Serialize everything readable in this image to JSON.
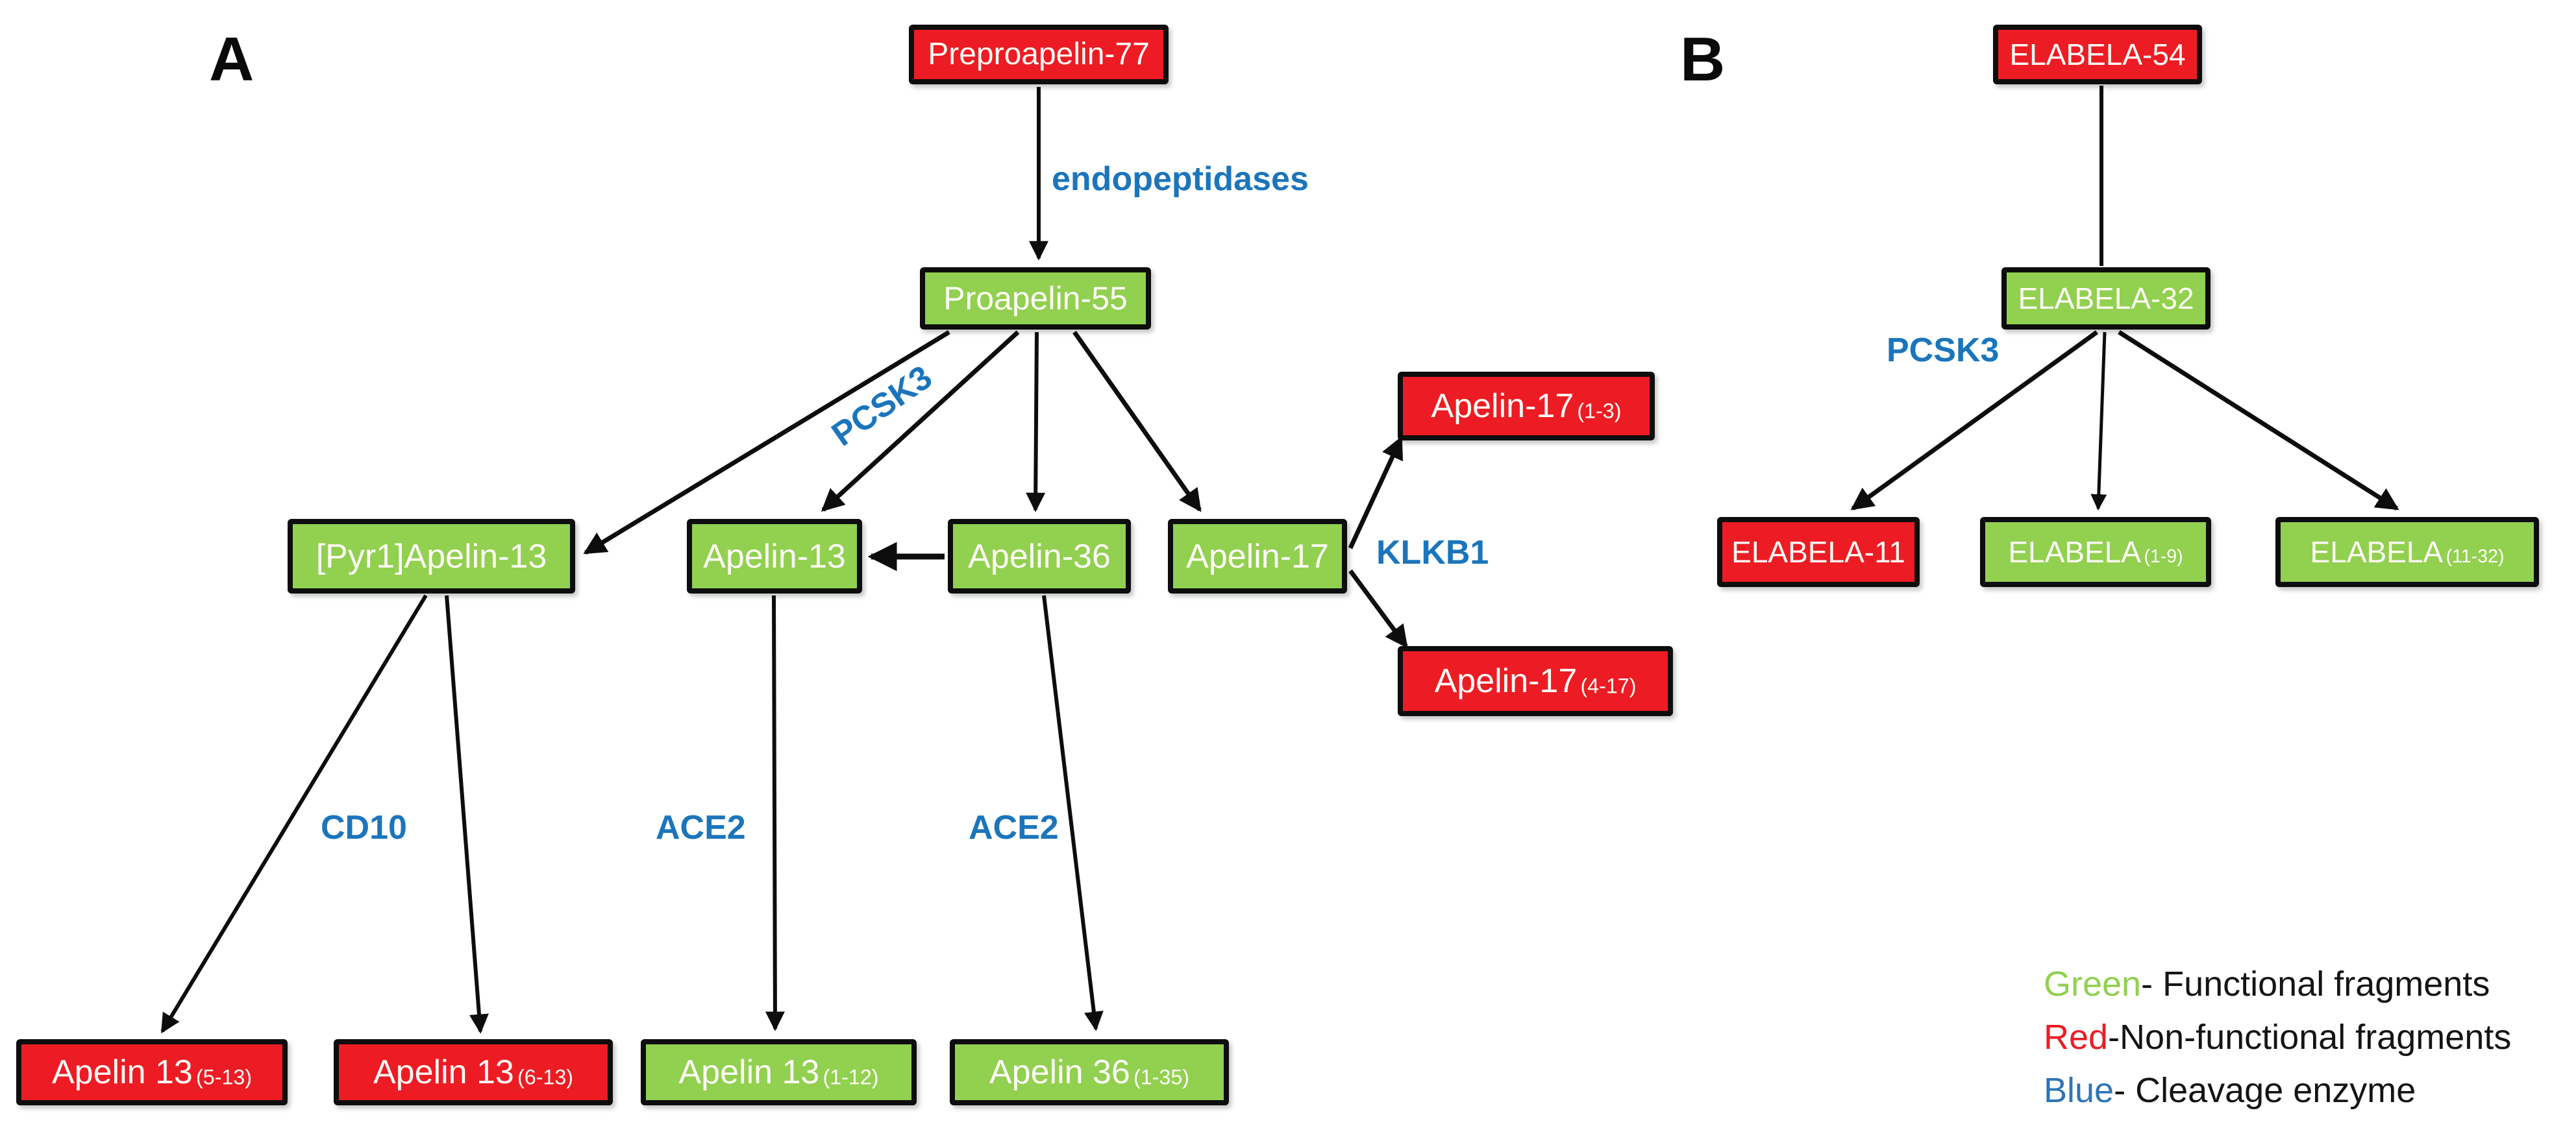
{
  "figure": {
    "panel_a_letter": "A",
    "panel_b_letter": "B"
  },
  "colors": {
    "functional_green": "#92d050",
    "nonfunctional_red": "#ed1c24",
    "enzyme_blue": "#1b75bc",
    "legend_blue": "#2e75b6",
    "border_black": "#0d0d0d"
  },
  "panel_a": {
    "nodes": {
      "preproapelin77": {
        "label": "Preproapelin-77"
      },
      "proapelin55": {
        "label": "Proapelin-55"
      },
      "pyr1apelin13": {
        "label": "[Pyr1]Apelin-13"
      },
      "apelin13": {
        "label": "Apelin-13"
      },
      "apelin36": {
        "label": "Apelin-36"
      },
      "apelin17": {
        "label": "Apelin-17"
      },
      "apelin17_1_3": {
        "label": "Apelin-17",
        "sub": "(1-3)"
      },
      "apelin17_4_17": {
        "label": "Apelin-17",
        "sub": "(4-17)"
      },
      "apelin13_5_13": {
        "label": "Apelin 13",
        "sub": "(5-13)"
      },
      "apelin13_6_13": {
        "label": "Apelin 13",
        "sub": "(6-13)"
      },
      "apelin13_1_12": {
        "label": "Apelin 13",
        "sub": "(1-12)"
      },
      "apelin36_1_35": {
        "label": "Apelin 36",
        "sub": "(1-35)"
      }
    },
    "enzymes": {
      "endopeptidases": "endopeptidases",
      "pcsk3": "PCSK3",
      "klkb1": "KLKB1",
      "cd10": "CD10",
      "ace2_apelin13": "ACE2",
      "ace2_apelin36": "ACE2"
    }
  },
  "panel_b": {
    "nodes": {
      "elabela54": {
        "label": "ELABELA-54"
      },
      "elabela32": {
        "label": "ELABELA-32"
      },
      "elabela11": {
        "label": "ELABELA-11"
      },
      "elabela_1_9": {
        "label": "ELABELA",
        "sub": "(1-9)"
      },
      "elabela_11_32": {
        "label": "ELABELA",
        "sub": "(11-32)"
      }
    },
    "enzymes": {
      "pcsk3": "PCSK3"
    }
  },
  "legend": {
    "items": [
      {
        "word": "Green",
        "rest": "- Functional fragments"
      },
      {
        "word": "Red",
        "rest": "-Non-functional fragments"
      },
      {
        "word": "Blue",
        "rest": "- Cleavage enzyme"
      }
    ]
  }
}
